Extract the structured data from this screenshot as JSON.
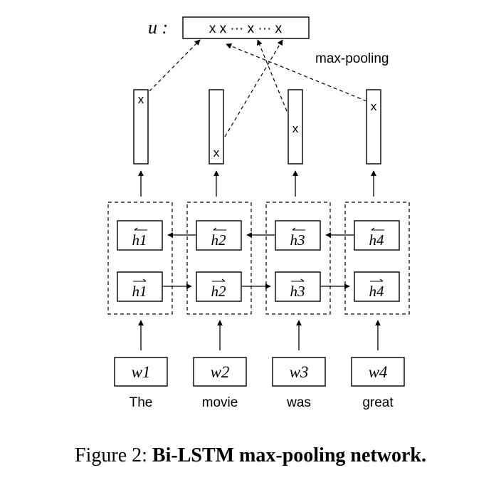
{
  "diagram": {
    "output_label": "u :",
    "output_vector": "x  x ··· x ··· x",
    "pooling_label": "max-pooling",
    "max_marker": "x",
    "backward_states": [
      "h1",
      "h2",
      "h3",
      "h4"
    ],
    "forward_states": [
      "h1",
      "h2",
      "h3",
      "h4"
    ],
    "word_vectors": [
      "w1",
      "w2",
      "w3",
      "w4"
    ],
    "words": [
      "The",
      "movie",
      "was",
      "great"
    ]
  },
  "caption": {
    "prefix": "Figure 2:",
    "title": "Bi-LSTM max-pooling network."
  }
}
